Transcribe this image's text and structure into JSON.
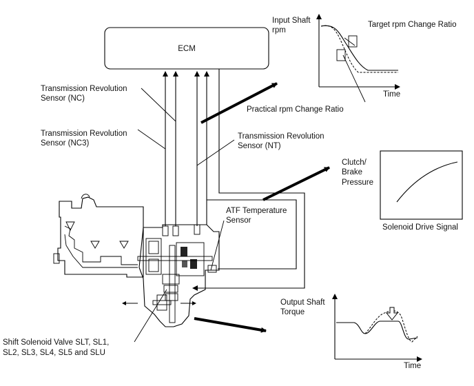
{
  "ecm_label": "ECM",
  "labels": {
    "input_shaft_1": "Input Shaft",
    "input_shaft_2": "rpm",
    "target_ratio": "Target rpm Change Ratio",
    "time_top": "Time",
    "practical_ratio": "Practical rpm Change Ratio",
    "sensor_nc_1": "Transmission Revolution",
    "sensor_nc_2": "Sensor (NC)",
    "sensor_nc3_1": "Transmission Revolution",
    "sensor_nc3_2": "Sensor (NC3)",
    "sensor_nt_1": "Transmission Revolution",
    "sensor_nt_2": "Sensor (NT)",
    "clutch_1": "Clutch/",
    "clutch_2": "Brake",
    "clutch_3": "Pressure",
    "solenoid_signal": "Solenoid Drive Signal",
    "atf_1": "ATF Temperature",
    "atf_2": "Sensor",
    "output_1": "Output Shaft",
    "output_2": "Torque",
    "time_bottom": "Time",
    "shift_1": "Shift Solenoid Valve SLT, SL1,",
    "shift_2": "SL2, SL3, SL4, SL5 and SLU"
  }
}
